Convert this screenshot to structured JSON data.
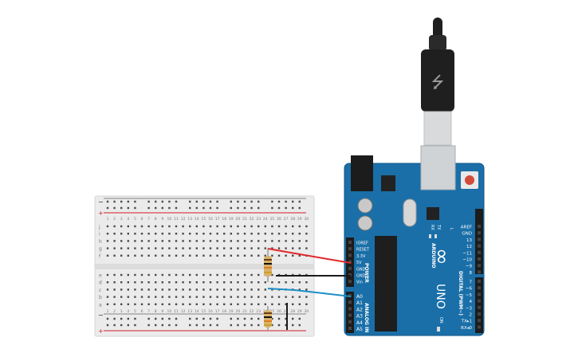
{
  "breadboard": {
    "columns": 30,
    "column_labels": [
      "1",
      "2",
      "3",
      "4",
      "5",
      "6",
      "7",
      "8",
      "9",
      "10",
      "11",
      "12",
      "13",
      "14",
      "15",
      "16",
      "17",
      "18",
      "19",
      "20",
      "21",
      "22",
      "23",
      "24",
      "25",
      "26",
      "27",
      "28",
      "29",
      "30"
    ],
    "rows_top": [
      "j",
      "i",
      "h",
      "g",
      "f"
    ],
    "rows_bottom": [
      "e",
      "d",
      "c",
      "b",
      "a"
    ],
    "rail_plus": "+",
    "rail_minus": "−",
    "colors": {
      "body": "#ebebeb",
      "hole": "#4a4a4a",
      "rail_red": "#d01f2a",
      "rail_black": "#222222"
    }
  },
  "arduino": {
    "logo": "ARDUINO",
    "model": "UNO",
    "power_header_label": "POWER",
    "analog_header_label": "ANALOG IN",
    "digital_header_label": "DIGITAL (PWM~)",
    "on_label": "ON",
    "l_label": "L",
    "tx_label": "TX",
    "rx_label": "RX",
    "power_pins": [
      "IOREF",
      "RESET",
      "3.3V",
      "5V",
      "GND",
      "GND",
      "Vin"
    ],
    "analog_pins": [
      "A0",
      "A1",
      "A2",
      "A3",
      "A4",
      "A5"
    ],
    "digital_pins_top": [
      "AREF",
      "GND",
      "13",
      "12",
      "~11",
      "~10",
      "~9",
      "8"
    ],
    "digital_pins_bottom": [
      "7",
      "~6",
      "~5",
      "4",
      "~3",
      "2",
      "TX▸1",
      "RX◂0"
    ],
    "colors": {
      "board": "#1a6fa8",
      "board_edge": "#0f5686",
      "header": "#1c1c1c",
      "chip": "#1e1e1e",
      "usb": "#cfd3d6"
    }
  },
  "wires": {
    "red_label": "5V",
    "black_label": "GND",
    "blue_label": "A0",
    "colors": {
      "red": "#e0282e",
      "black": "#1a1a1a",
      "blue": "#1c8fc6"
    }
  },
  "cable": {
    "colors": {
      "plug": "#1f1f1f",
      "metal": "#d8dadc"
    }
  }
}
